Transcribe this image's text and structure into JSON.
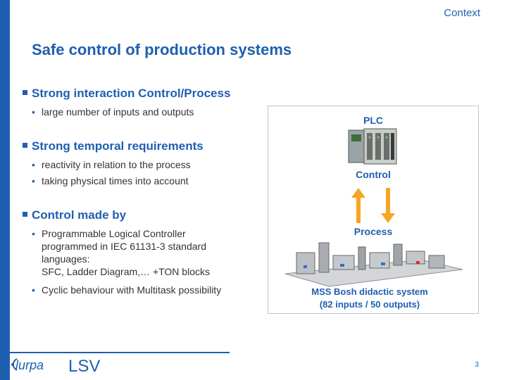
{
  "header": {
    "context": "Context"
  },
  "slide": {
    "title": "Safe control of production systems"
  },
  "sections": [
    {
      "heading": "Strong interaction Control/Process",
      "bullets": [
        "large number of inputs and outputs"
      ]
    },
    {
      "heading": "Strong temporal requirements",
      "bullets": [
        "reactivity in relation to the process",
        "taking physical times into account"
      ]
    },
    {
      "heading": "Control made by",
      "bullets": [
        "Programmable Logical Controller",
        "programmed in IEC 61131-3 standard",
        "languages:",
        "SFC, Ladder Diagram,… +TON blocks",
        "Cyclic behaviour with Multitask possibility"
      ]
    }
  ],
  "panel": {
    "plc_label": "PLC",
    "control_label": "Control",
    "process_label": "Process",
    "caption_line1": "MSS Bosh didactic system",
    "caption_line2": "(82 inputs / 50 outputs)",
    "arrow_color": "#f5a623"
  },
  "footer": {
    "logo1": "lurpa",
    "logo2": "LSV",
    "page": "3"
  },
  "colors": {
    "accent": "#1f5fb0"
  }
}
